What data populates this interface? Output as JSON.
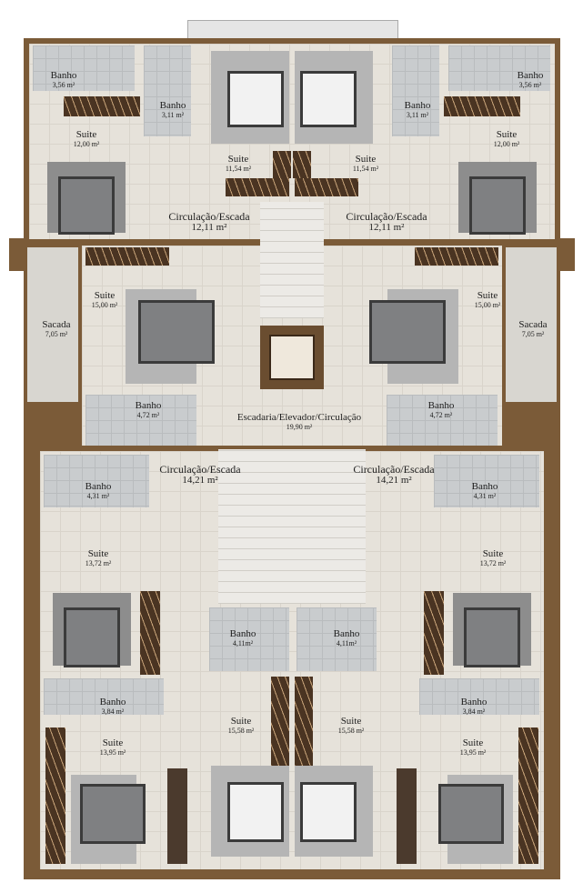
{
  "rooms": {
    "banho_356": {
      "name": "Banho",
      "area": "3,56 m²"
    },
    "banho_311": {
      "name": "Banho",
      "area": "3,11 m²"
    },
    "suite_1200": {
      "name": "Suite",
      "area": "12,00 m²"
    },
    "suite_1154": {
      "name": "Suite",
      "area": "11,54 m²"
    },
    "circ_1211": {
      "name": "Circulação/Escada",
      "area": "12,11 m²"
    },
    "suite_1500": {
      "name": "Suite",
      "area": "15,00 m²"
    },
    "sacada_705": {
      "name": "Sacada",
      "area": "7,05 m²"
    },
    "banho_472": {
      "name": "Banho",
      "area": "4,72 m²"
    },
    "escadaria": {
      "name": "Escadaria/Elevador/Circulação",
      "area": "19,90 m²"
    },
    "circ_1421": {
      "name": "Circulação/Escada",
      "area": "14,21 m²"
    },
    "banho_431": {
      "name": "Banho",
      "area": "4,31 m²"
    },
    "suite_1372": {
      "name": "Suite",
      "area": "13,72 m²"
    },
    "banho_411": {
      "name": "Banho",
      "area": "4,11m²"
    },
    "banho_384": {
      "name": "Banho",
      "area": "3,84 m²"
    },
    "suite_1395": {
      "name": "Suite",
      "area": "13,95 m²"
    },
    "suite_1558": {
      "name": "Suite",
      "area": "15,58 m²"
    }
  },
  "colors": {
    "wall": "#7b5b38",
    "floor": "#e6e2da",
    "bath": "#c9ccce",
    "wardrobe": "#4a3422"
  }
}
